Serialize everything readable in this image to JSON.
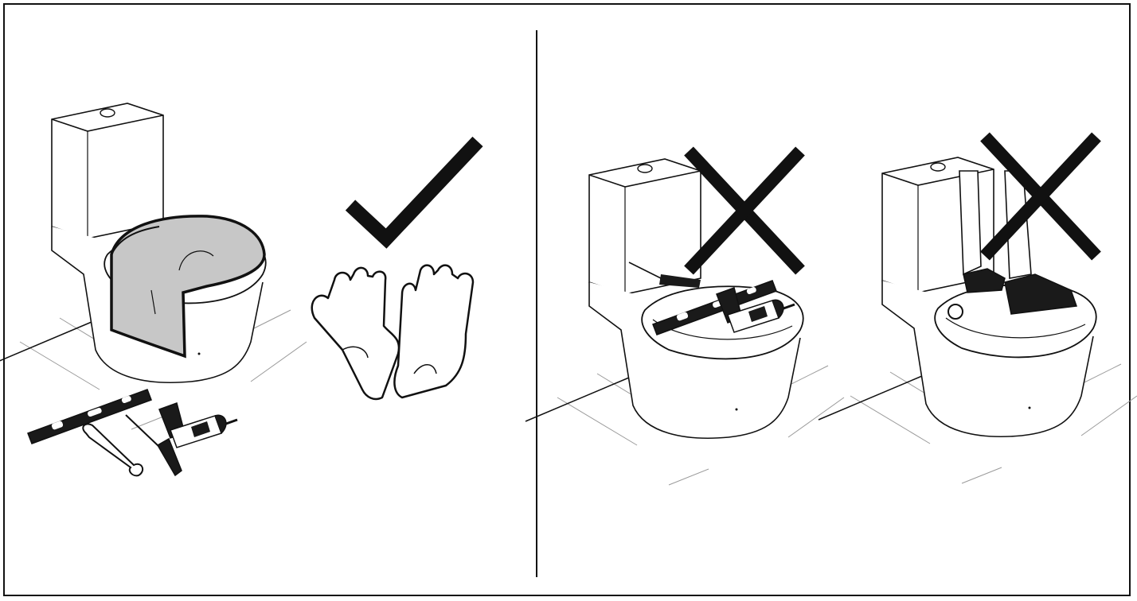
{
  "panels": [
    {
      "id": "do",
      "verdict": "check-icon",
      "items": [
        "toilet-icon",
        "cloth-cover-icon",
        "spirit-level-icon",
        "wrench-icon",
        "screwdriver-icon",
        "drill-icon",
        "gloves-icon"
      ]
    },
    {
      "id": "dont-tools",
      "verdict": "cross-icon",
      "items": [
        "toilet-icon",
        "spirit-level-icon",
        "drill-icon",
        "screwdriver-icon"
      ]
    },
    {
      "id": "dont-stand",
      "verdict": "cross-icon",
      "items": [
        "toilet-icon",
        "legs-boots-icon"
      ]
    }
  ],
  "colors": {
    "line": "#111111",
    "cloth": "#c7c7c7",
    "background": "#ffffff",
    "floor": "#9a9a9a"
  }
}
